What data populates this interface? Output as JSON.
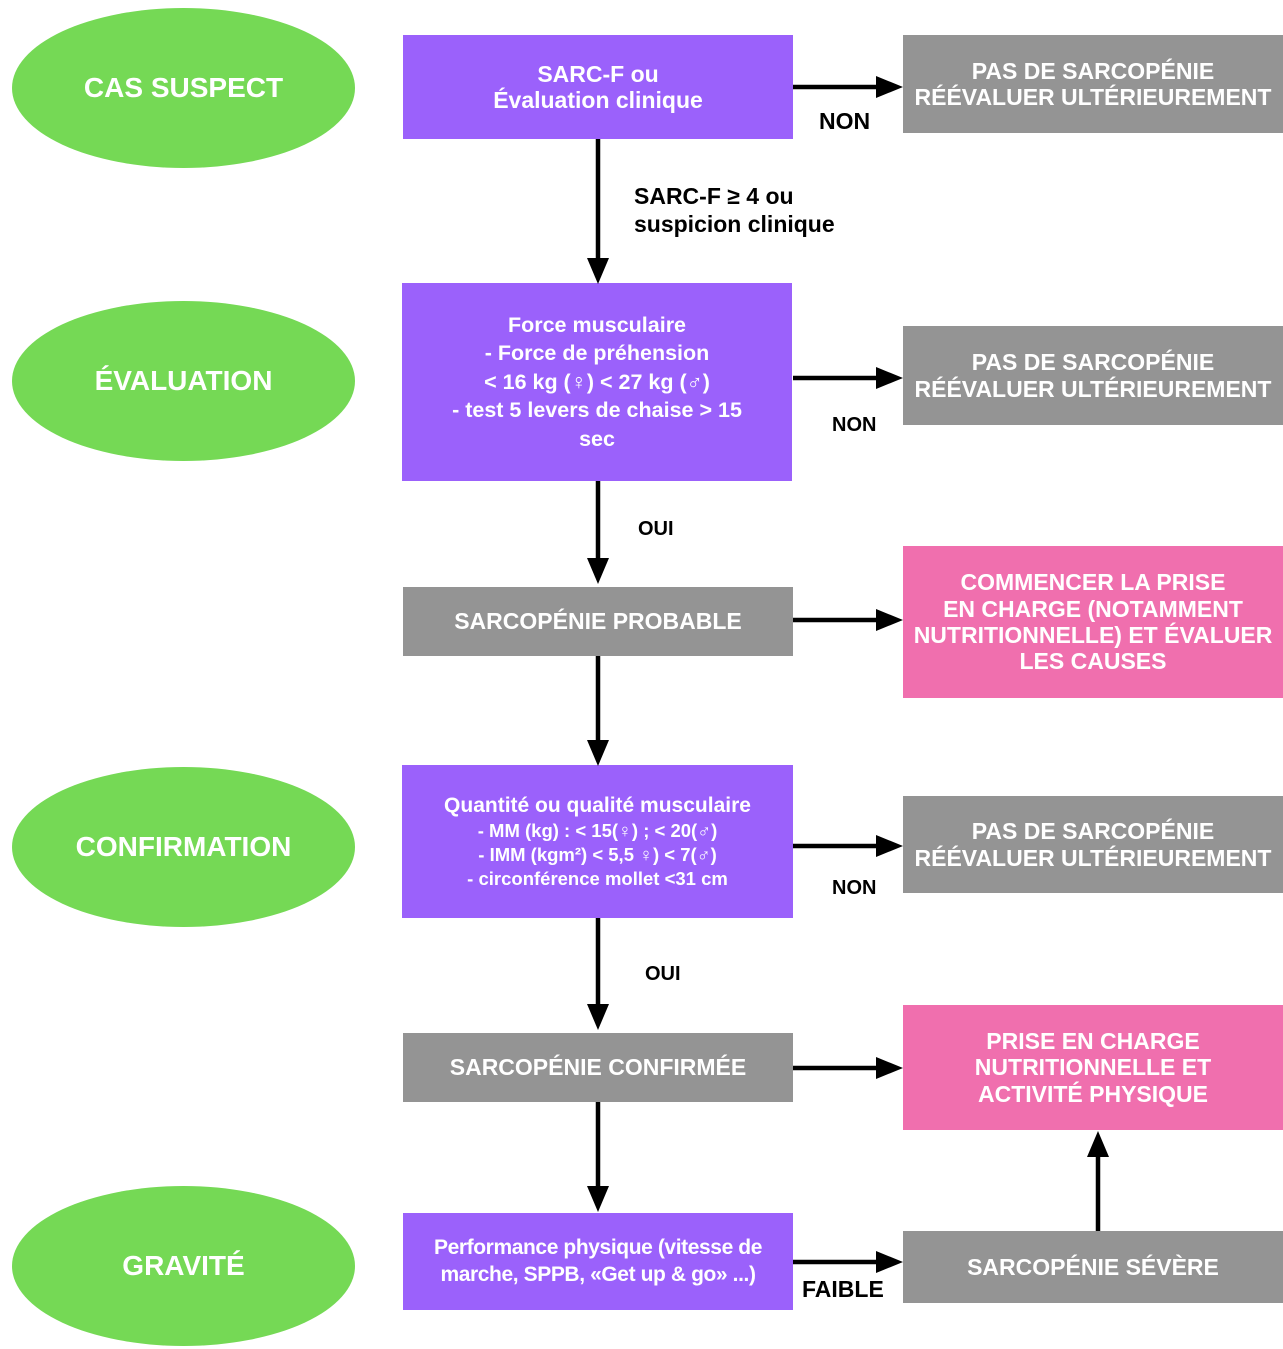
{
  "stages": {
    "suspect": "CAS SUSPECT",
    "evaluation": "ÉVALUATION",
    "confirmation": "CONFIRMATION",
    "gravite": "GRAVITÉ"
  },
  "boxes": {
    "sarcf": [
      "SARC-F ou",
      "Évaluation clinique"
    ],
    "force": [
      "Force musculaire",
      "-     Force de préhension",
      "< 16 kg (♀) < 27 kg (♂)",
      "-     test 5 levers de chaise > 15",
      "sec"
    ],
    "probable": "SARCOPÉNIE PROBABLE",
    "quantite": [
      "Quantité ou qualité musculaire",
      "-     MM (kg) : < 15(♀) ; < 20(♂)",
      "-     IMM (kgm²) < 5,5 ♀) < 7(♂)",
      "-     circonférence mollet <31 cm"
    ],
    "confirmee": "SARCOPÉNIE CONFIRMÉE",
    "performance": [
      "Performance physique (vitesse de",
      "marche, SPPB, «Get up & go» ...)"
    ],
    "pas1": [
      "PAS DE SARCOPÉNIE",
      "RÉÉVALUER ULTÉRIEUREMENT"
    ],
    "pas2": [
      "PAS DE SARCOPÉNIE",
      "RÉÉVALUER ULTÉRIEUREMENT"
    ],
    "pas3": [
      "PAS DE SARCOPÉNIE",
      "RÉÉVALUER ULTÉRIEUREMENT"
    ],
    "commencer": [
      "COMMENCER LA PRISE",
      "EN CHARGE (NOTAMMENT",
      "NUTRITIONNELLE) ET ÉVALUER",
      "LES CAUSES"
    ],
    "prise": [
      "PRISE EN CHARGE",
      "NUTRITIONNELLE ET",
      "ACTIVITÉ PHYSIQUE"
    ],
    "severe": "SARCOPÉNIE SÉVÈRE"
  },
  "labels": {
    "non1": "NON",
    "sarcf_cond": [
      "SARC-F ≥ 4 ou",
      "suspicion clinique"
    ],
    "non2": "NON",
    "oui1": "OUI",
    "non3": "NON",
    "oui2": "OUI",
    "faible": "FAIBLE"
  },
  "colors": {
    "stage": "#75d955",
    "step": "#9b61fb",
    "result": "#949494",
    "action": "#f06fae"
  }
}
